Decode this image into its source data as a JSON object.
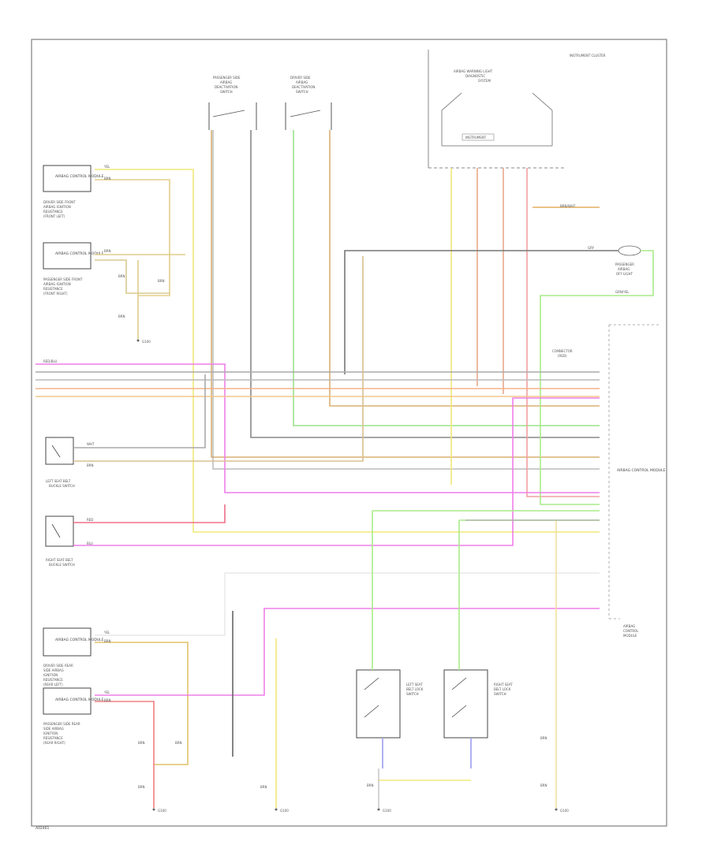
{
  "diagram": {
    "footer_code": "A02461",
    "components": {
      "upper_left_module": {
        "label": "AIRBAG CONTROL MODULE",
        "caption": [
          "DRIVER SIDE FRONT",
          "AIRBAG IGNITION",
          "RESISTANCE",
          "(FRONT LEFT)"
        ]
      },
      "lower_left_upper_module": {
        "label": "AIRBAG CONTROL MODULE",
        "caption": [
          "PASSENGER SIDE FRONT",
          "AIRBAG IGNITION",
          "RESISTANCE",
          "(FRONT RIGHT)"
        ]
      },
      "left_seat_buckle": {
        "caption": [
          "LEFT SEAT BELT",
          "BUCKLE SWITCH"
        ]
      },
      "right_seat_buckle": {
        "caption": [
          "RIGHT SEAT BELT",
          "BUCKLE SWITCH"
        ]
      },
      "bottom_left_module_1": {
        "label": "AIRBAG CONTROL MODULE",
        "caption": [
          "DRIVER SIDE REAR",
          "SIDE AIRBAG",
          "IGNITION",
          "RESISTANCE",
          "(REAR LEFT)"
        ]
      },
      "bottom_left_module_2": {
        "label": "AIRBAG CONTROL MODULE",
        "caption": [
          "PASSENGER SIDE REAR",
          "SIDE AIRBAG",
          "IGNITION",
          "RESISTANCE",
          "(REAR RIGHT)"
        ]
      },
      "passenger_switch": {
        "caption": [
          "PASSENGER SIDE",
          "AIRBAG",
          "DEACTIVATION",
          "SWITCH"
        ]
      },
      "driver_switch": {
        "caption": [
          "DRIVER SIDE",
          "AIRBAG",
          "DEACTIVATION",
          "SWITCH"
        ]
      },
      "instrument_cluster": {
        "caption": [
          "INSTRUMENT CLUSTER"
        ],
        "inner_label": [
          "AIRBAG WARNING LIGHT",
          "DIAGNOSTIC",
          "SYSTEM"
        ],
        "sub_label": "INSTRUMENT"
      },
      "right_module": {
        "label": "AIRBAG CONTROL MODULE",
        "caption": [
          "AIRBAG",
          "CONTROL",
          "MODULE"
        ]
      },
      "connector_label": {
        "caption": [
          "CONNECTOR",
          "(RED)"
        ]
      },
      "lamp": {
        "caption": [
          "PASSENGER",
          "AIRBAG",
          "OFF LIGHT"
        ]
      },
      "left_seat_belt_lock": {
        "caption": [
          "LEFT SEAT",
          "BELT LOCK",
          "SWITCH"
        ]
      },
      "right_seat_belt_lock": {
        "caption": [
          "RIGHT SEAT",
          "BELT LOCK",
          "SWITCH"
        ]
      },
      "ground": "G100"
    },
    "wire_labels": {
      "yel": "YEL",
      "brn": "BRN",
      "red": "RED",
      "blu": "BLU",
      "wht": "WHT",
      "grn_yel": "GRN/YEL",
      "red_blu": "RED/BLU",
      "brn_wht": "BRN/WHT",
      "gry": "GRY"
    }
  }
}
